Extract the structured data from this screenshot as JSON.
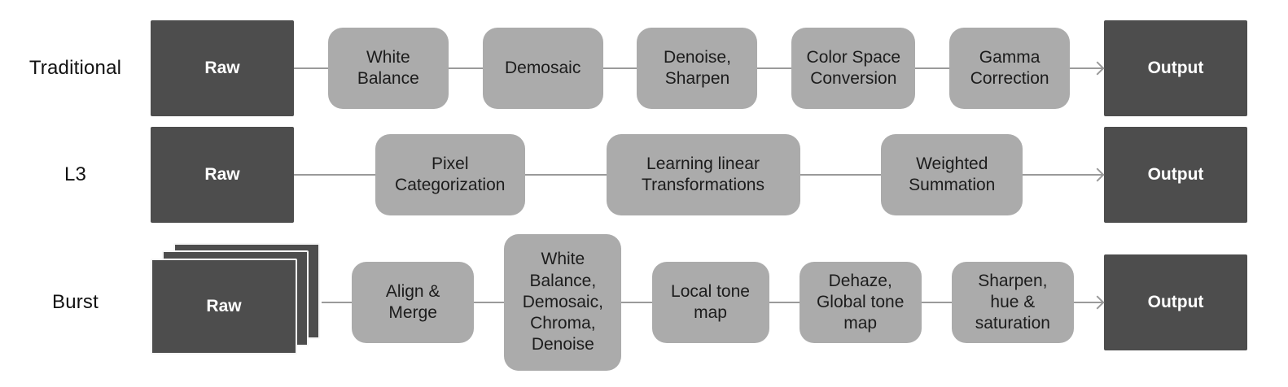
{
  "colors": {
    "dark_box": "#4d4d4d",
    "light_box": "#ababab",
    "connector_line": "#9a9a9a",
    "background": "#ffffff",
    "dark_text": "#1c1c1c",
    "light_text": "#ffffff"
  },
  "diagram": {
    "rows": [
      {
        "label": "Traditional",
        "raw_label": "Raw",
        "output_label": "Output",
        "steps": [
          "White Balance",
          "Demosaic",
          "Denoise, Sharpen",
          "Color Space Conversion",
          "Gamma Correction"
        ]
      },
      {
        "label": "L3",
        "raw_label": "Raw",
        "output_label": "Output",
        "steps": [
          "Pixel Categorization",
          "Learning linear Transformations",
          "Weighted Summation"
        ]
      },
      {
        "label": "Burst",
        "raw_label": "Raw",
        "output_label": "Output",
        "steps": [
          "Align & Merge",
          "White Balance, Demosaic, Chroma, Denoise",
          "Local tone map",
          "Dehaze, Global tone map",
          "Sharpen, hue & saturation"
        ]
      }
    ]
  }
}
